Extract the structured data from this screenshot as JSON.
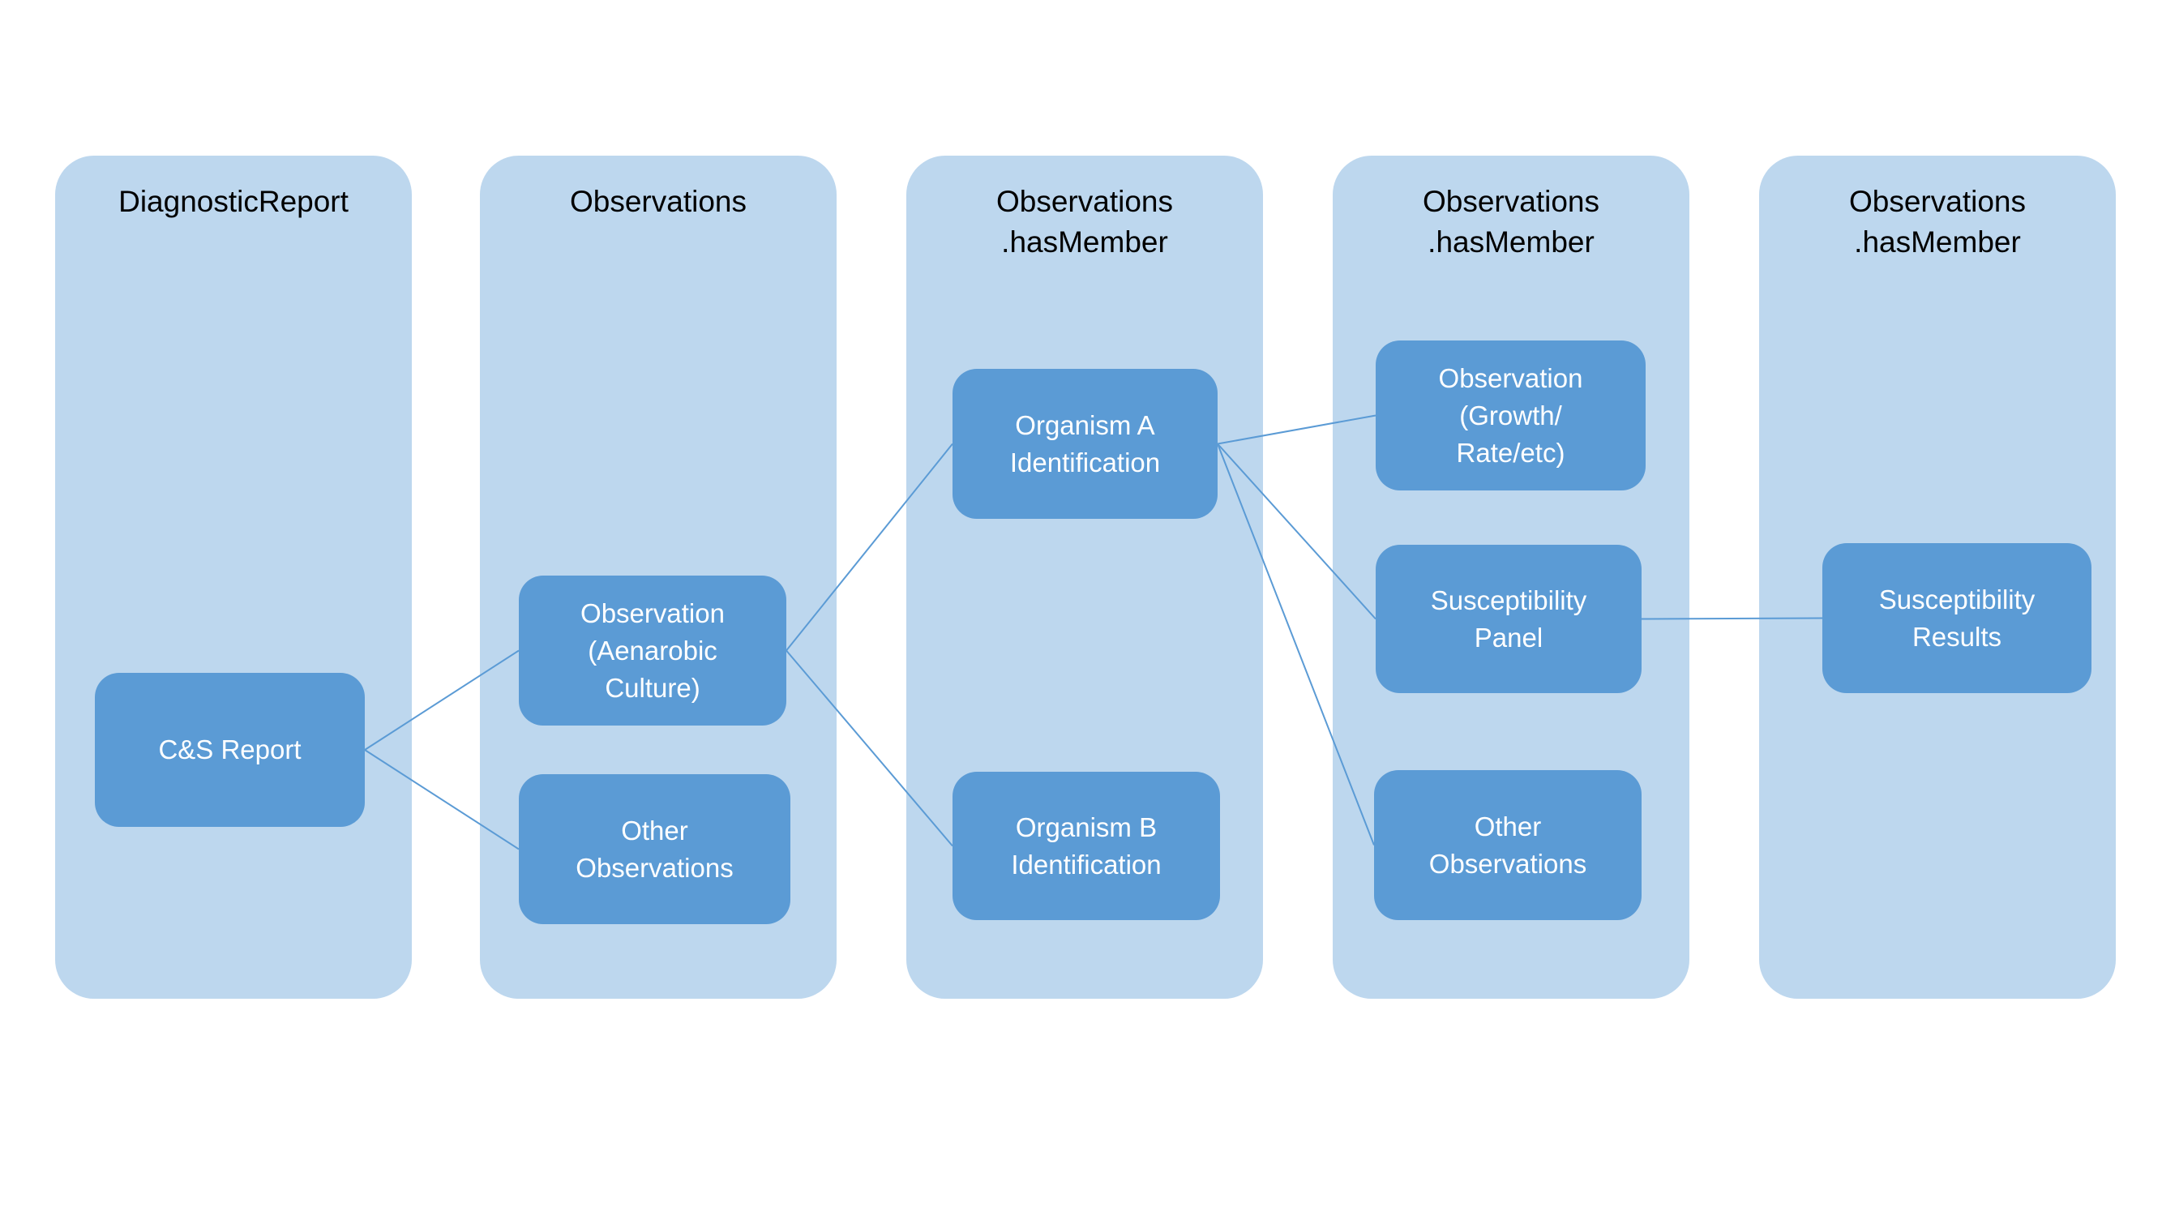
{
  "diagram": {
    "colors": {
      "background": "#FFFFFF",
      "column_fill": "#BDD7EE",
      "node_fill": "#5B9BD5",
      "node_text": "#FFFFFF",
      "header_text": "#000000",
      "connector": "#5B9BD5"
    },
    "columns": [
      {
        "header": "DiagnosticReport"
      },
      {
        "header": "Observations"
      },
      {
        "header": "Observations\n.hasMember"
      },
      {
        "header": "Observations\n.hasMember"
      },
      {
        "header": "Observations\n.hasMember"
      }
    ],
    "nodes": [
      {
        "id": "cs-report",
        "column": 1,
        "label": "C&S Report"
      },
      {
        "id": "obs-aenarobic",
        "column": 2,
        "label": "Observation\n(Aenarobic\nCulture)"
      },
      {
        "id": "other-obs-col2",
        "column": 2,
        "label": "Other\nObservations"
      },
      {
        "id": "organism-a",
        "column": 3,
        "label": "Organism A\nIdentification"
      },
      {
        "id": "organism-b",
        "column": 3,
        "label": "Organism B\nIdentification"
      },
      {
        "id": "obs-growth",
        "column": 4,
        "label": "Observation\n(Growth/\nRate/etc)"
      },
      {
        "id": "susc-panel",
        "column": 4,
        "label": "Susceptibility\nPanel"
      },
      {
        "id": "other-obs-col4",
        "column": 4,
        "label": "Other\nObservations"
      },
      {
        "id": "susc-results",
        "column": 5,
        "label": "Susceptibility\nResults"
      }
    ],
    "connections": [
      {
        "from": "cs-report",
        "to": "obs-aenarobic"
      },
      {
        "from": "cs-report",
        "to": "other-obs-col2"
      },
      {
        "from": "obs-aenarobic",
        "to": "organism-a"
      },
      {
        "from": "obs-aenarobic",
        "to": "organism-b"
      },
      {
        "from": "organism-a",
        "to": "obs-growth"
      },
      {
        "from": "organism-a",
        "to": "susc-panel"
      },
      {
        "from": "organism-a",
        "to": "other-obs-col4"
      },
      {
        "from": "susc-panel",
        "to": "susc-results"
      }
    ]
  }
}
